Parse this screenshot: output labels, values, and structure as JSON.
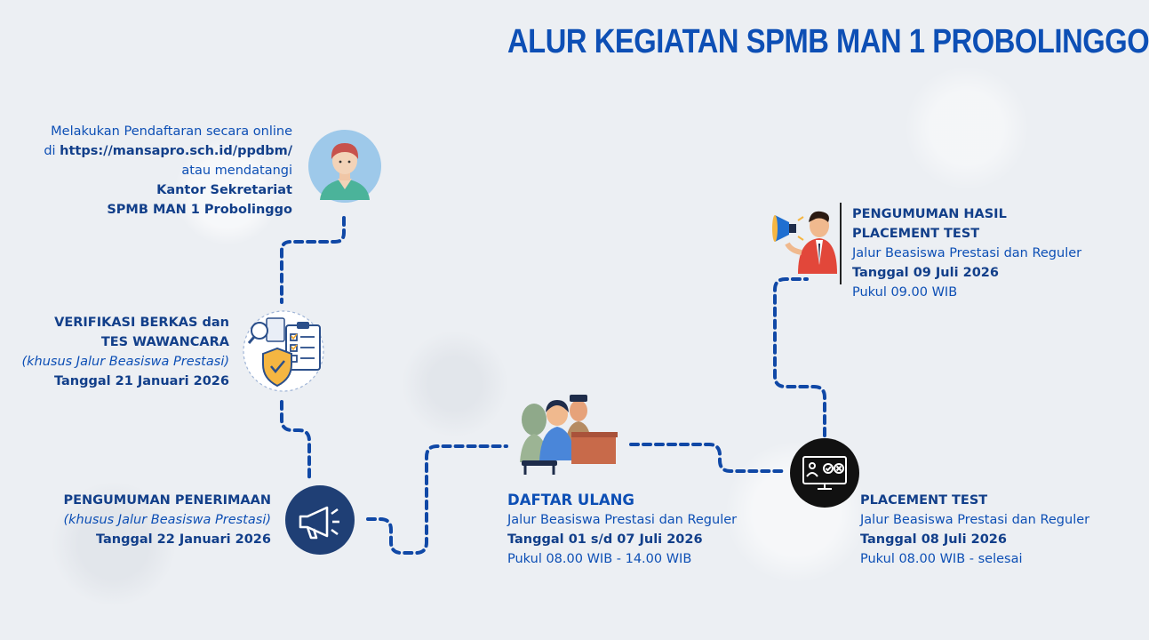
{
  "title": "ALUR KEGIATAN SPMB MAN 1 PROBOLINGGO",
  "steps": {
    "registration": {
      "line1": "Melakukan Pendaftaran secara online",
      "line2_prefix": "di ",
      "line2_link": "https://mansapro.sch.id/ppdbm/",
      "line3": "atau mendatangi",
      "line4": "Kantor Sekretariat",
      "line5": "SPMB MAN 1 Probolinggo"
    },
    "verification": {
      "heading1": "VERIFIKASI BERKAS dan",
      "heading2": "TES WAWANCARA",
      "note": "(khusus Jalur Beasiswa Prestasi)",
      "date": "Tanggal 21 Januari 2026"
    },
    "announcement": {
      "heading": "PENGUMUMAN PENERIMAAN",
      "note": "(khusus Jalur Beasiswa Prestasi)",
      "date": "Tanggal 22 Januari 2026"
    },
    "reregistration": {
      "heading": "DAFTAR ULANG",
      "track": "Jalur Beasiswa Prestasi dan Reguler",
      "date": "Tanggal 01 s/d 07 Juli 2026",
      "time": "Pukul 08.00 WIB - 14.00 WIB"
    },
    "placement_test": {
      "heading": "PLACEMENT TEST",
      "track": "Jalur Beasiswa Prestasi dan Reguler",
      "date": "Tanggal 08 Juli 2026",
      "time": "Pukul 08.00 WIB - selesai"
    },
    "placement_result": {
      "heading1": "PENGUMUMAN HASIL",
      "heading2": "PLACEMENT TEST",
      "track": "Jalur Beasiswa Prestasi dan Reguler",
      "date": "Tanggal 09 Juli 2026",
      "time": "Pukul 09.00 WIB"
    }
  },
  "icons": {
    "registration": "student-avatar-icon",
    "verification": "document-verification-icon",
    "announcement": "megaphone-icon",
    "reregistration": "desk-meeting-icon",
    "placement_test": "computer-test-icon",
    "placement_result": "announcer-megaphone-icon"
  },
  "colors": {
    "primary": "#0d4fb5",
    "dark_navy": "#123f8a",
    "connector": "#1048a6",
    "avatar_bg": "#9ec9ea",
    "megaphone_bg": "#1f3f75",
    "test_bg": "#111111"
  }
}
